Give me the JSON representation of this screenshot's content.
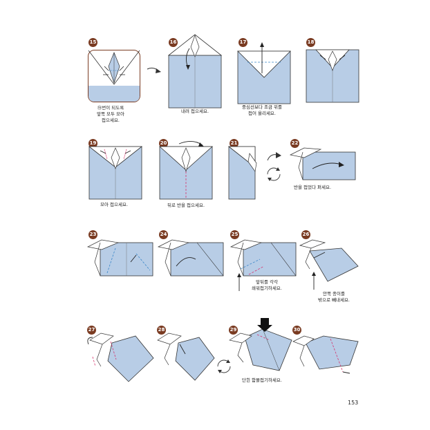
{
  "steps": [
    {
      "num": "15",
      "caption": "⑮번이 되도록\n앞쪽 모두 모아\n접으세요."
    },
    {
      "num": "16",
      "caption": "내려 접으세요."
    },
    {
      "num": "17",
      "caption": "중심선보다 조금 위를\n접어 올리세요."
    },
    {
      "num": "18",
      "caption": ""
    },
    {
      "num": "19",
      "caption": "모아 접으세요."
    },
    {
      "num": "20",
      "caption": "뒤로 반을 접으세요."
    },
    {
      "num": "21",
      "caption": ""
    },
    {
      "num": "22",
      "caption": "반을 접었다 펴세요."
    },
    {
      "num": "23",
      "caption": ""
    },
    {
      "num": "24",
      "caption": ""
    },
    {
      "num": "25",
      "caption": "앞뒤를 각각\n쇄워접기하세요."
    },
    {
      "num": "26",
      "caption": "안쪽 종이를\n밖으로 빼내세요."
    },
    {
      "num": "27",
      "caption": ""
    },
    {
      "num": "28",
      "caption": ""
    },
    {
      "num": "29",
      "caption": "단힌 함몰접기하세요."
    },
    {
      "num": "30",
      "caption": ""
    }
  ],
  "page_number": "153",
  "colors": {
    "paper": "#b8cde6",
    "badge": "#7a3b22",
    "line": "#333333",
    "valley": "#3a86c8",
    "mountain": "#d6336c"
  }
}
